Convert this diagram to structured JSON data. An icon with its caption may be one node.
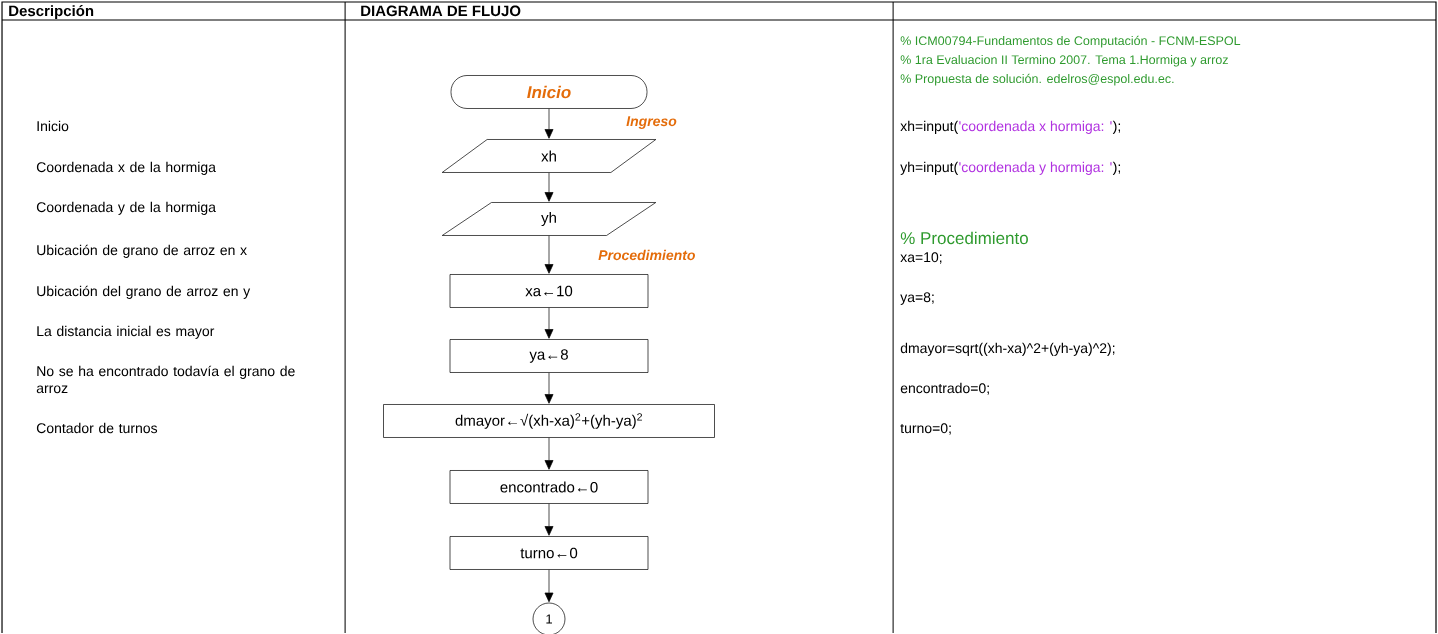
{
  "diagram": {
    "nodes": [
      {
        "text": [
          "Inicio"
        ]
      },
      {
        "text": [
          "xh"
        ]
      },
      {
        "text": [
          "yh"
        ]
      },
      {
        "text": [
          "xa←10"
        ]
      },
      {
        "text": [
          "ya←8"
        ]
      },
      {
        "text": [
          "dmayor←√(xh-xa)$^{2}$+(yh-ya)$^{2}$"
        ]
      },
      {
        "text": [
          "encontrado←0"
        ]
      },
      {
        "text": [
          "turno←0"
        ]
      },
      {
        "text": [
          "1"
        ]
      }
    ],
    "edges": [
      {
        "from": 0,
        "to": 1,
        "arrow": "to"
      },
      {
        "from": 1,
        "to": 2,
        "arrow": "to"
      },
      {
        "from": 2,
        "to": 3,
        "arrow": "to"
      },
      {
        "from": 3,
        "to": 4,
        "arrow": "to"
      },
      {
        "from": 4,
        "to": 5,
        "arrow": "to"
      },
      {
        "from": 5,
        "to": 6,
        "arrow": "to"
      },
      {
        "from": 6,
        "to": 7,
        "arrow": "to"
      },
      {
        "from": 7,
        "to": 8,
        "arrow": "to"
      }
    ],
    "labels": [
      "Descripción",
      "DIAGRAMA DE FLUJO",
      "% ICM00794-Fundamentos de Computación - FCNM-ESPOL",
      "% 1ra Evaluacion II Termino 2007. Tema 1.Hormiga y arroz",
      "% Propuesta de solución. edelros@espol.edu.ec.",
      "Inicio",
      "Ingreso",
      "Coordenada x de la hormiga",
      "xh=input(",
      "'coordenada x hormiga: '",
      ");",
      "Coordenada y de la hormiga",
      "yh=input(",
      "'coordenada y hormiga: '",
      ");",
      "Procedimiento",
      "% Procedimiento",
      "Ubicación de grano de arroz en x",
      "xa=10;",
      "Ubicación del grano de arroz en y",
      "ya=8;",
      "La distancia inicial es mayor",
      "dmayor=sqrt((xh-xa)^2+(yh-ya)^2);",
      "No se ha encontrado todavía el grano de arroz",
      "encontrado=0;",
      "Contador de turnos",
      "turno=0;"
    ]
  }
}
